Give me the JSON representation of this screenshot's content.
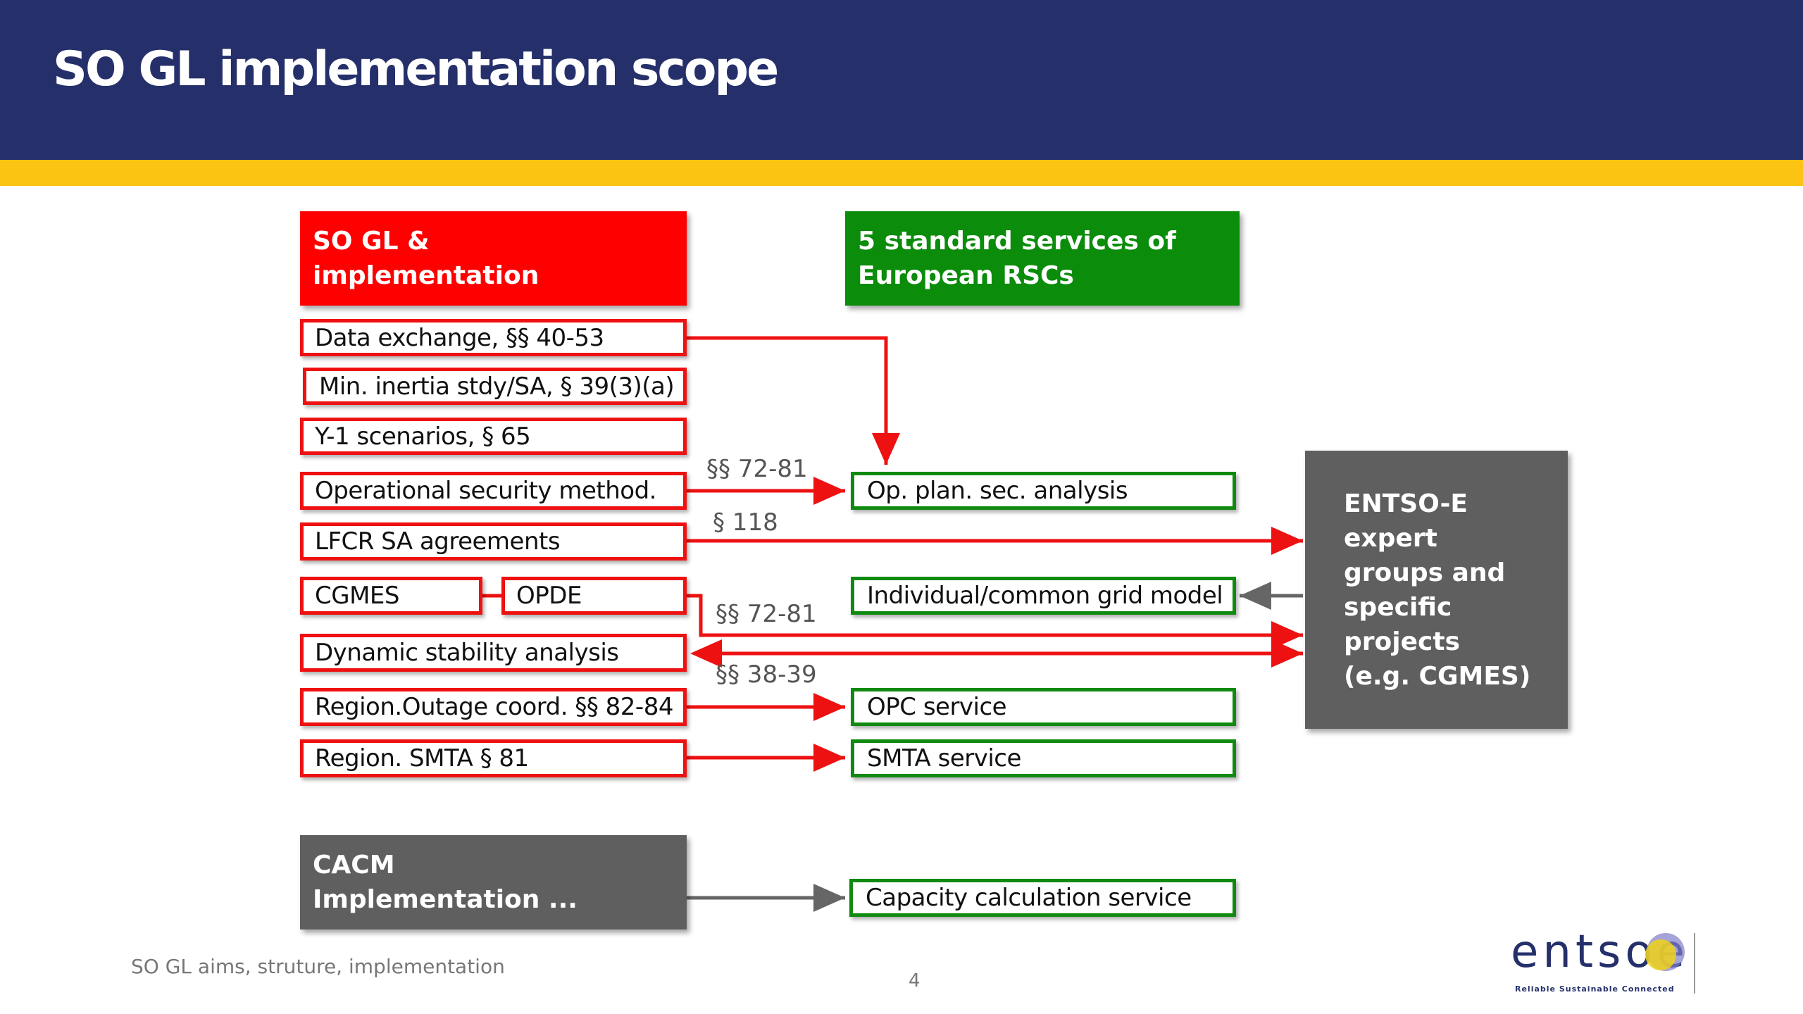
{
  "header": {
    "title": "SO GL implementation scope"
  },
  "colors": {
    "header_bg": "#25306b",
    "stripe": "#fbc312",
    "red": "#ee1111",
    "green": "#108a10",
    "grey": "#5f5f5f"
  },
  "left_header": {
    "line1": "SO GL &",
    "line2": "implementation"
  },
  "right_header": {
    "line1": "5 standard services of",
    "line2": "European RSCs"
  },
  "left_items": {
    "data_exchange": "Data exchange, §§ 40-53",
    "min_inertia": "Min. inertia stdy/SA, § 39(3)(a)",
    "y1_scenarios": "Y-1 scenarios, § 65",
    "op_security": "Operational security method.",
    "lfcr": "LFCR SA agreements",
    "cgmes": "CGMES",
    "opde": "OPDE",
    "dynamic": "Dynamic stability analysis",
    "outage": "Region.Outage coord. §§ 82-84",
    "smta": "Region. SMTA § 81"
  },
  "services": {
    "op_plan": "Op. plan. sec. analysis",
    "grid_model": "Individual/common grid model",
    "opc": "OPC service",
    "smta": "SMTA service",
    "capacity": "Capacity calculation service"
  },
  "entsoe_box": {
    "line1": "ENTSO-E expert",
    "line2": "groups and",
    "line3": "specific projects",
    "line4": "(e.g. CGMES)"
  },
  "cacm_box": {
    "line1": "CACM",
    "line2": "Implementation ..."
  },
  "labels": {
    "op_sec_ref": "§§ 72-81",
    "lfcr_ref": "§ 118",
    "cgmes_ref": "§§ 72-81",
    "dynamic_ref": "§§ 38-39"
  },
  "footer": {
    "text": "SO GL aims, struture, implementation",
    "page": "4",
    "logo_word": "entsoe",
    "logo_tagline": "Reliable Sustainable Connected"
  }
}
